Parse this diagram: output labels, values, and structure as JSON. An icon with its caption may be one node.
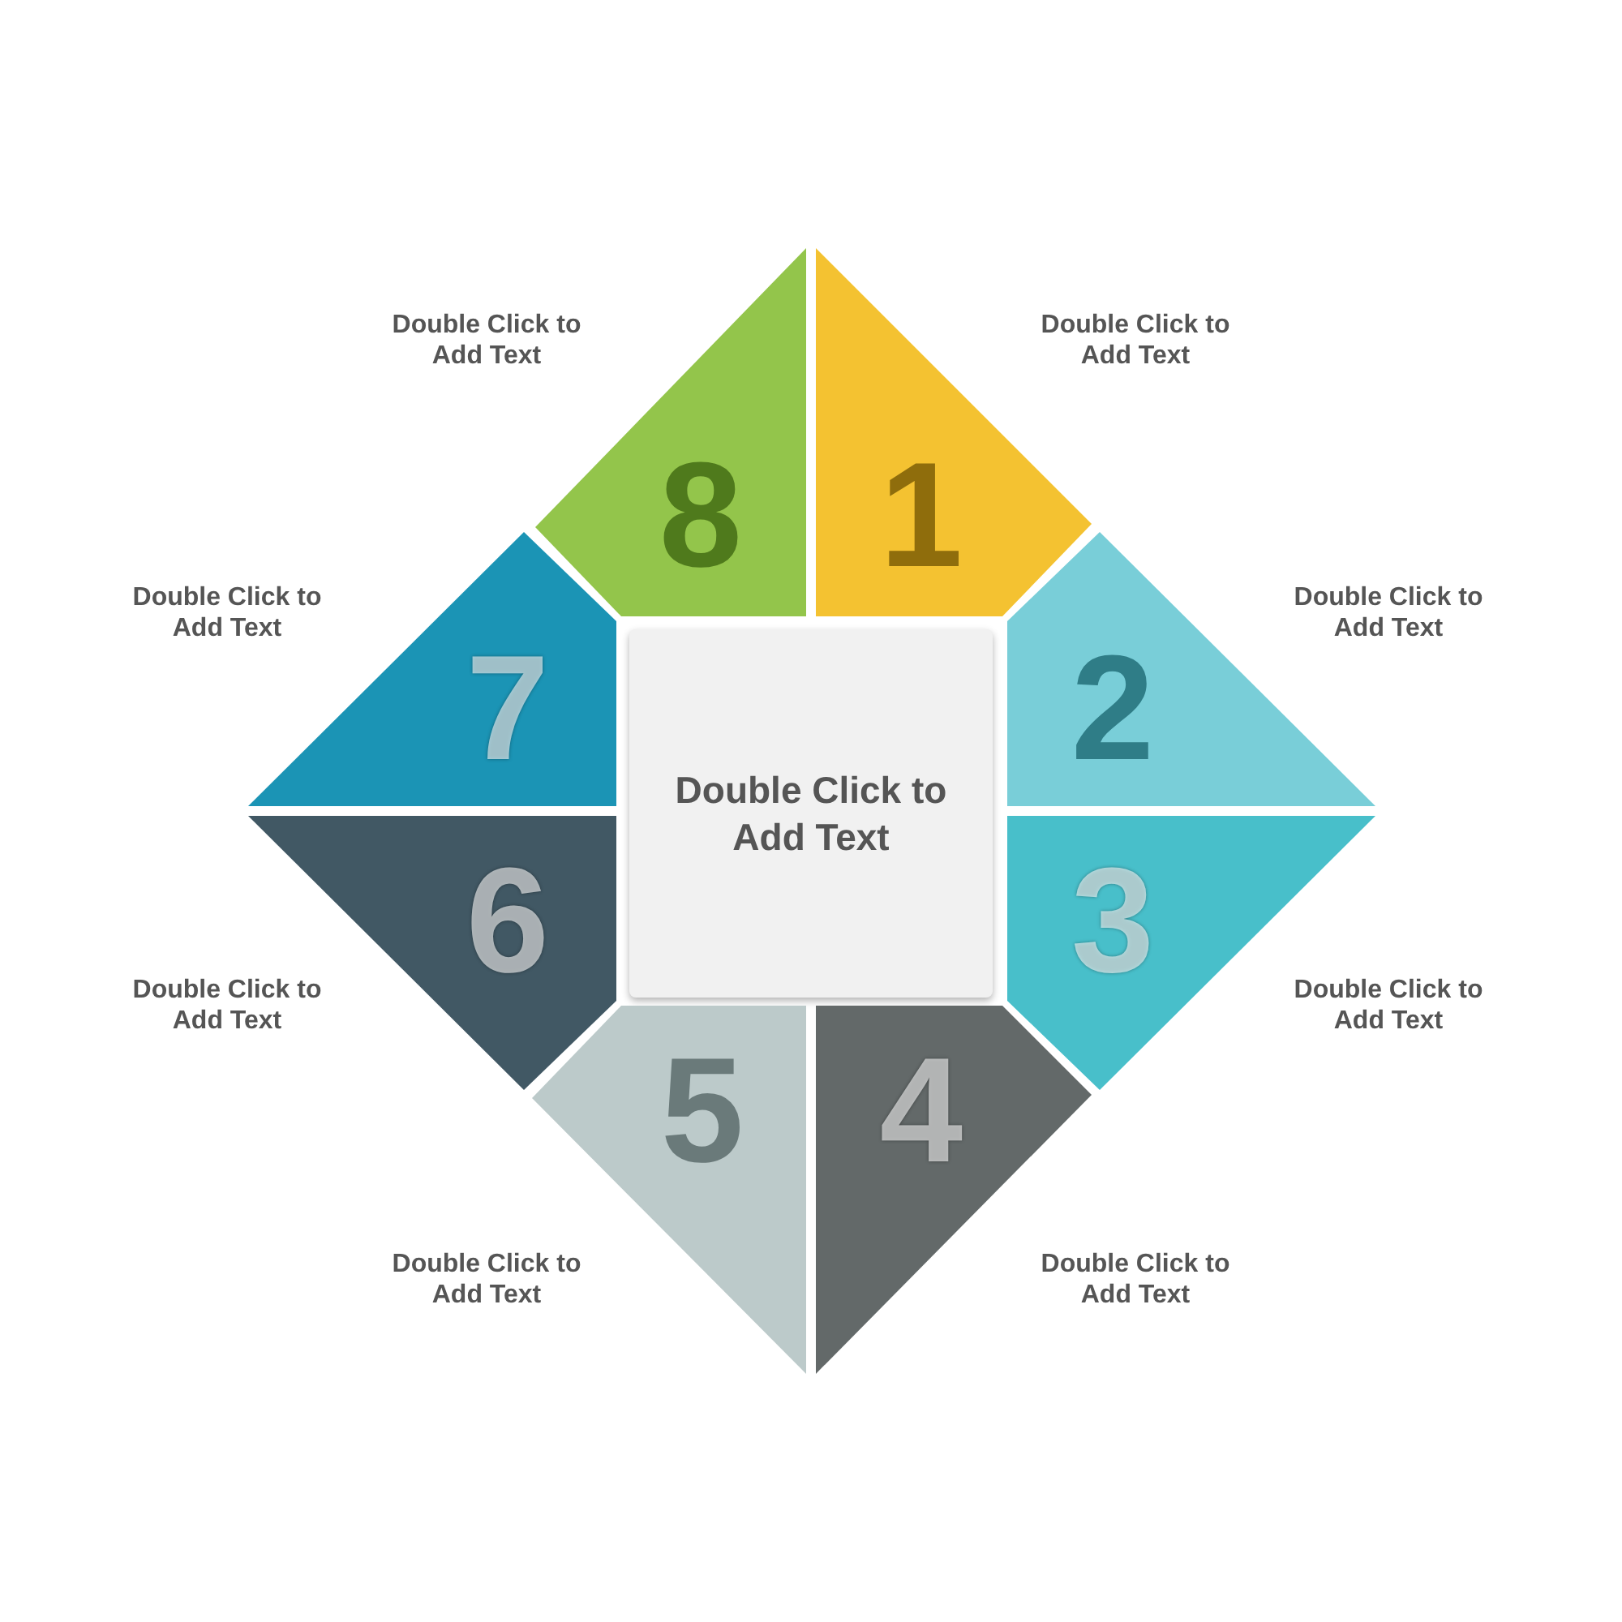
{
  "diagram": {
    "nodes": [
      {
        "text": [
          "Double Click to Add Text"
        ]
      },
      {
        "text": [
          "1"
        ],
        "beside": [
          "Double Click to Add Text"
        ]
      },
      {
        "text": [
          "2"
        ],
        "beside": [
          "Double Click to Add Text"
        ]
      },
      {
        "text": [
          "3"
        ],
        "beside": [
          "Double Click to Add Text"
        ]
      },
      {
        "text": [
          "4"
        ],
        "beside": [
          "Double Click to Add Text"
        ]
      },
      {
        "text": [
          "5"
        ],
        "beside": [
          "Double Click to Add Text"
        ]
      },
      {
        "text": [
          "6"
        ],
        "beside": [
          "Double Click to Add Text"
        ]
      },
      {
        "text": [
          "7"
        ],
        "beside": [
          "Double Click to Add Text"
        ]
      },
      {
        "text": [
          "8"
        ],
        "beside": [
          "Double Click to Add Text"
        ]
      }
    ]
  }
}
